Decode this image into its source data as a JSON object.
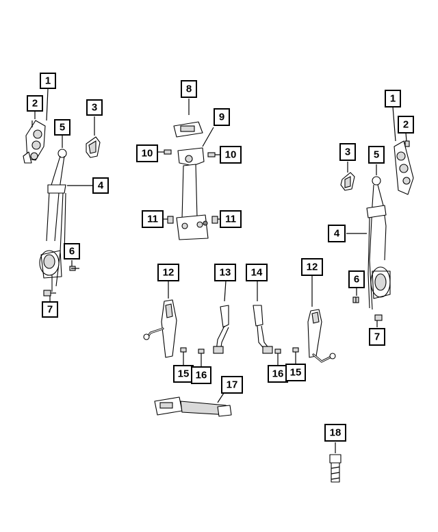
{
  "callouts": {
    "c1_left": "1",
    "c2_left": "2",
    "c3_left": "3",
    "c4_left": "4",
    "c5_left": "5",
    "c6_left": "6",
    "c7_left": "7",
    "c8": "8",
    "c9": "9",
    "c10_left": "10",
    "c10_right": "10",
    "c11_left": "11",
    "c11_right": "11",
    "c12_left": "12",
    "c13": "13",
    "c14": "14",
    "c12_right": "12",
    "c15_left": "15",
    "c16_left": "16",
    "c16_right": "16",
    "c15_right": "15",
    "c17": "17",
    "c18": "18",
    "c1_right": "1",
    "c2_right": "2",
    "c3_right": "3",
    "c4_right": "4",
    "c5_right": "5",
    "c6_right": "6",
    "c7_right": "7"
  },
  "parts": {
    "height_adjuster": "height-adjuster-icon",
    "bracket_cover": "bracket-cover-icon",
    "guide_loop": "guide-loop-icon",
    "retractor_belt": "retractor-belt-icon",
    "bolt": "bolt-icon",
    "buckle": "buckle-icon",
    "center_anchor": "center-anchor-icon"
  }
}
